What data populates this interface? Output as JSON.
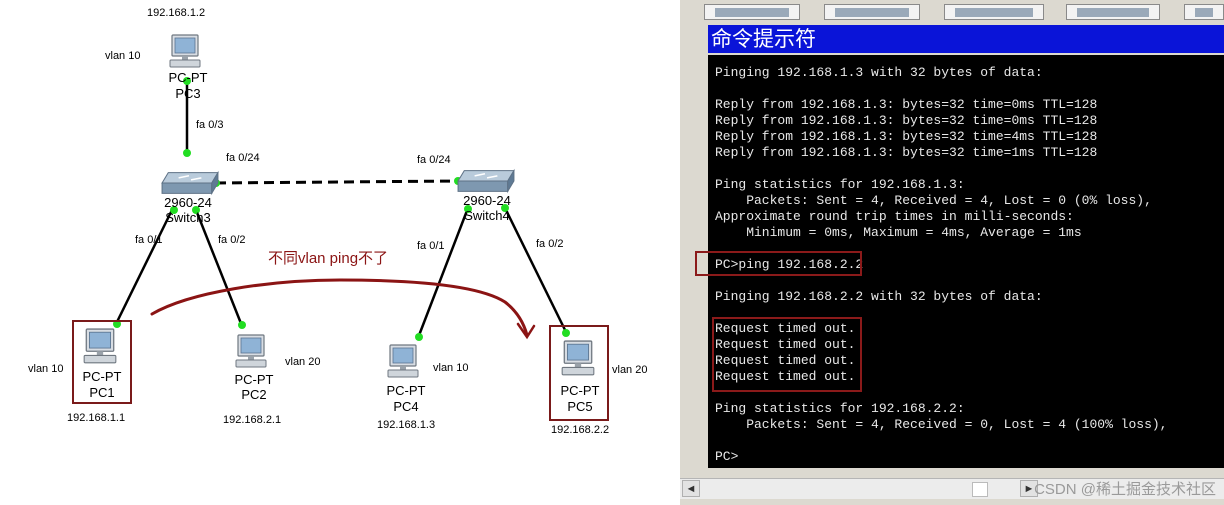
{
  "topology": {
    "pc3": {
      "ip": "192.168.1.2",
      "vlan": "vlan 10",
      "type": "PC-PT",
      "name": "PC3",
      "port": "fa 0/3"
    },
    "switch3": {
      "model": "2960-24",
      "name": "Switch3",
      "trunk_port": "fa 0/24",
      "port_pc1": "fa 0/1",
      "port_pc2": "fa 0/2"
    },
    "switch4": {
      "model": "2960-24",
      "name": "Switch4",
      "trunk_port": "fa 0/24",
      "port_pc4": "fa 0/1",
      "port_pc5": "fa 0/2"
    },
    "pc1": {
      "ip": "192.168.1.1",
      "vlan": "vlan 10",
      "type": "PC-PT",
      "name": "PC1"
    },
    "pc2": {
      "ip": "192.168.2.1",
      "vlan": "vlan 20",
      "type": "PC-PT",
      "name": "PC2"
    },
    "pc4": {
      "ip": "192.168.1.3",
      "vlan": "vlan 10",
      "type": "PC-PT",
      "name": "PC4"
    },
    "pc5": {
      "ip": "192.168.2.2",
      "vlan": "vlan 20",
      "type": "PC-PT",
      "name": "PC5"
    },
    "annotation": "不同vlan ping不了"
  },
  "window": {
    "title": "命令提示符"
  },
  "console": {
    "lines": [
      "Pinging 192.168.1.3 with 32 bytes of data:",
      "",
      "Reply from 192.168.1.3: bytes=32 time=0ms TTL=128",
      "Reply from 192.168.1.3: bytes=32 time=0ms TTL=128",
      "Reply from 192.168.1.3: bytes=32 time=4ms TTL=128",
      "Reply from 192.168.1.3: bytes=32 time=1ms TTL=128",
      "",
      "Ping statistics for 192.168.1.3:",
      "    Packets: Sent = 4, Received = 4, Lost = 0 (0% loss),",
      "Approximate round trip times in milli-seconds:",
      "    Minimum = 0ms, Maximum = 4ms, Average = 1ms",
      "",
      "PC>ping 192.168.2.2",
      "",
      "Pinging 192.168.2.2 with 32 bytes of data:",
      "",
      "Request timed out.",
      "Request timed out.",
      "Request timed out.",
      "Request timed out.",
      "",
      "Ping statistics for 192.168.2.2:",
      "    Packets: Sent = 4, Received = 0, Lost = 4 (100% loss),",
      "",
      "PC>"
    ]
  },
  "scrollbar": {
    "left_arrow": "◄",
    "right_arrow": "►"
  },
  "watermark": "CSDN @稀土掘金技术社区",
  "icons": {
    "pc": "desktop-computer-icon",
    "switch": "network-switch-icon"
  },
  "colors": {
    "title_bar": "#0a14d8",
    "console_bg": "#000000",
    "link_dot": "#22dd22",
    "highlight": "#8b1a1a"
  }
}
